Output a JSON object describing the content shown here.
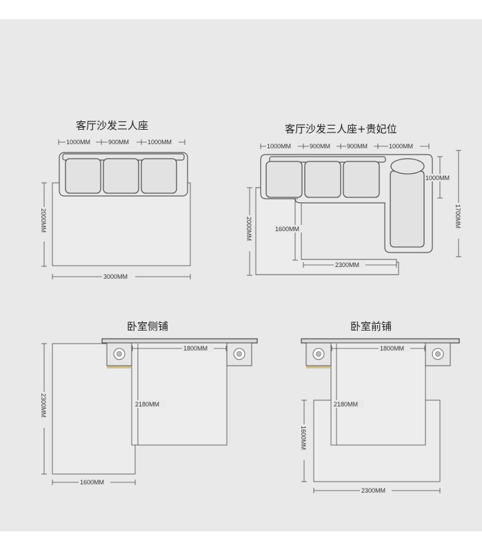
{
  "sections": {
    "sofa_three": {
      "title": "客厅沙发三人座",
      "dims": {
        "seat_left": "1000MM",
        "seat_middle": "900MM",
        "seat_right": "1000MM",
        "rug_depth": "2000MM",
        "rug_width": "3000MM"
      }
    },
    "sofa_chaise": {
      "title": "客厅沙发三人座+贵妃位",
      "dims": {
        "seat_1": "1000MM",
        "seat_2": "900MM",
        "seat_3": "900MM",
        "seat_4": "1000MM",
        "chaise_width": "1000MM",
        "chaise_depth": "1700MM",
        "rug_depth": "2000MM",
        "rug_inner": "1600MM",
        "rug_width": "2300MM"
      }
    },
    "bedroom_side": {
      "title": "卧室侧铺",
      "dims": {
        "bed_width": "1800MM",
        "bed_length": "2180MM",
        "rug_length": "2300MM",
        "rug_width": "1600MM"
      }
    },
    "bedroom_front": {
      "title": "卧室前铺",
      "dims": {
        "bed_width": "1800MM",
        "bed_length": "2180MM",
        "rug_depth": "1600MM",
        "rug_width": "2300MM"
      }
    }
  }
}
